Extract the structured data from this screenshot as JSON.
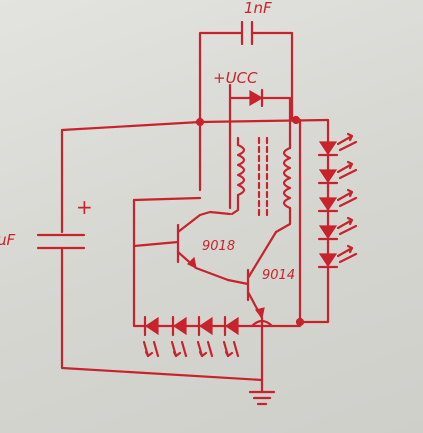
{
  "labels": {
    "top_capacitor": "1nF",
    "supply": "+UCC",
    "plus_sign": "+",
    "left_capacitor": "μF",
    "transistor_1": "9018",
    "transistor_2": "9014"
  },
  "colors": {
    "ink": "#c8232c",
    "paper": "#d9d9d4"
  }
}
